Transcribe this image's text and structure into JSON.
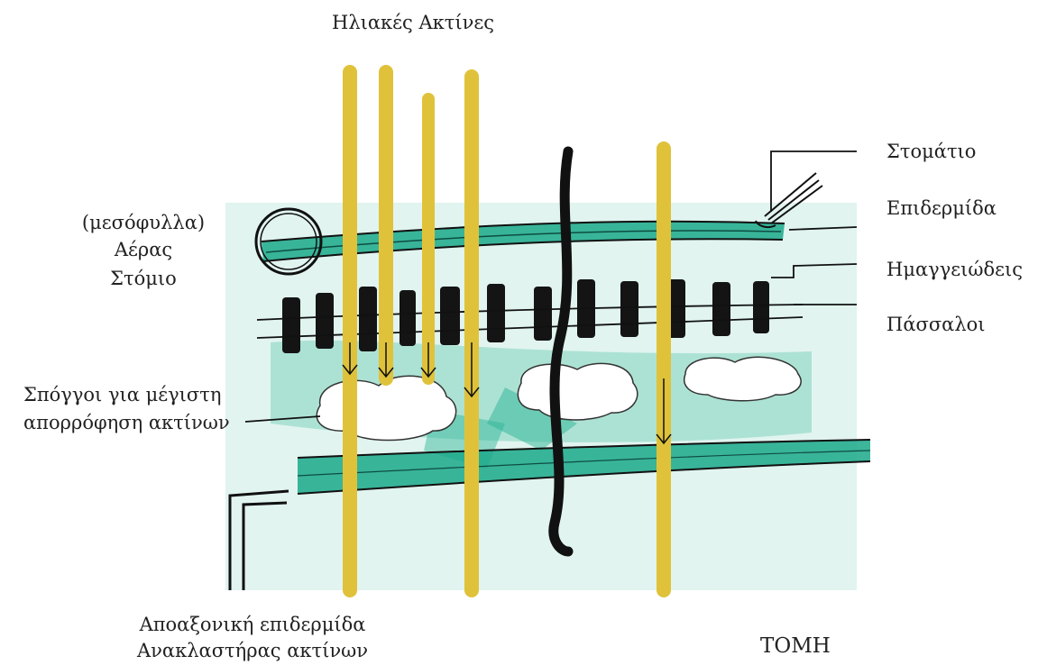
{
  "labels": {
    "sun_rays": "Ηλιακές Ακτίνες",
    "stomatio": "Στομάτιο",
    "epidermis": "Επιδερμίδα",
    "mesophyll": "(μεσόφυλλα)",
    "air": "Αέρας",
    "stomio": "Στόμιο",
    "hemangioid": "Ημαγγειώδεις",
    "pegs": "Πάσσαλοι",
    "sponges_line1": "Σπόγγοι για μέγιστη",
    "sponges_line2": "απορρόφηση ακτίνων",
    "abaxial_line1": "Αποαξονική επιδερμίδα",
    "abaxial_line2": "Ανακλαστήρας ακτίνων",
    "section": "ΤΟΜΗ"
  },
  "colors": {
    "ray_yellow": "#e0c23a",
    "teal": "#1aa88a",
    "teal_light": "#a8ddd0",
    "ink": "#111111",
    "cloud": "#ffffff"
  }
}
